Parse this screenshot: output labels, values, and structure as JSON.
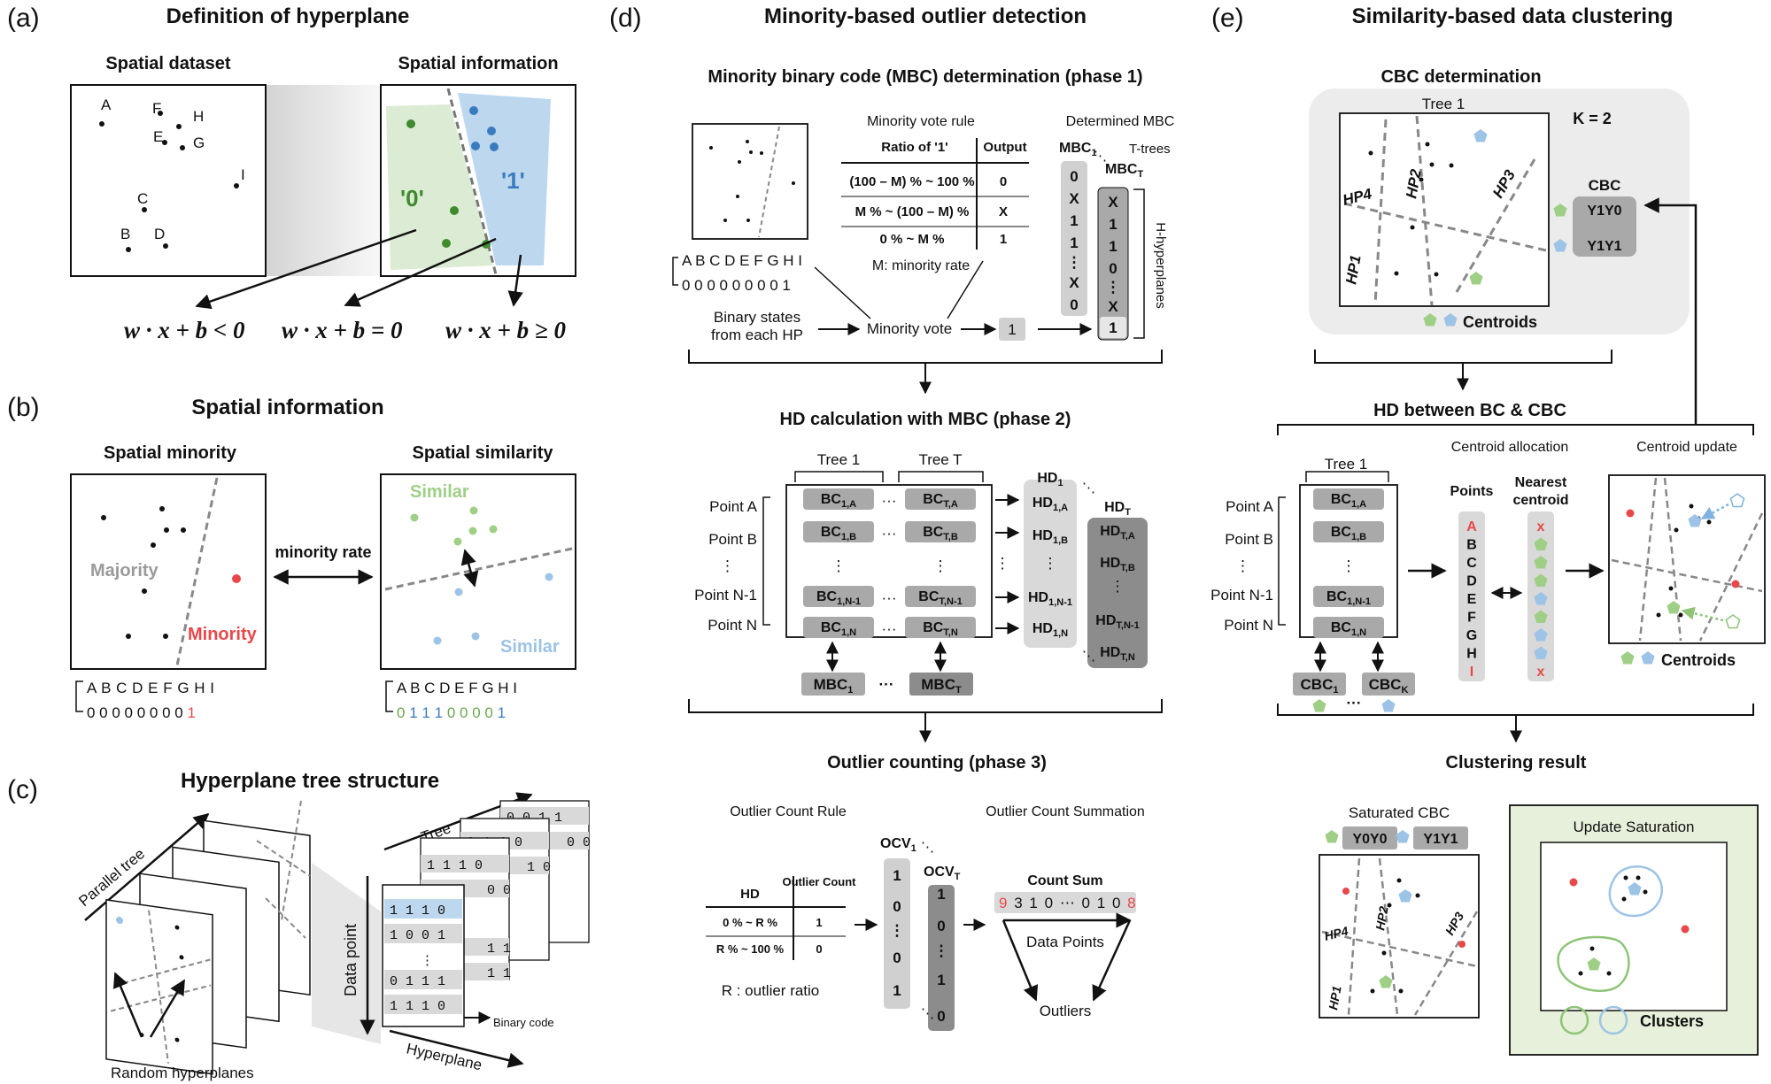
{
  "panels": {
    "a": {
      "letter": "(a)",
      "title": "Definition of hyperplane",
      "dataset_label": "Spatial dataset",
      "info_label": "Spatial information",
      "points": [
        "A",
        "F",
        "H",
        "E",
        "G",
        "I",
        "C",
        "B",
        "D"
      ],
      "zero_label": "'0'",
      "one_label": "'1'",
      "eq_lt": "w · x + b < 0",
      "eq_eq": "w · x + b  = 0",
      "eq_ge": "w · x + b ≥ 0"
    },
    "b": {
      "letter": "(b)",
      "title": "Spatial information",
      "minority_label": "Spatial minority",
      "similarity_label": "Spatial similarity",
      "majority": "Majority",
      "minority": "Minority",
      "minority_rate": "minority rate",
      "similar": "Similar",
      "letters": "A B C D E F G H I",
      "code_min_black": "0 0 0 0 0 0 0 0",
      "code_min_red": "1",
      "code_sim": [
        "0",
        "1",
        "1",
        "1",
        "0",
        "0",
        "0",
        "0",
        "1"
      ]
    },
    "c": {
      "letter": "(c)",
      "title": "Hyperplane tree structure",
      "parallel_tree": "Parallel tree",
      "tree": "Tree",
      "data_point": "Data point",
      "hyperplane": "Hyperplane",
      "random_hyperplanes": "Random hyperplanes",
      "binary_code": "Binary code",
      "front_rows": [
        "1 1 1 0",
        "1 0 0 1",
        "⋮",
        "0 1 1 1",
        "1 1 1 0"
      ],
      "back_rows": [
        [
          "0 0 1 1",
          "0 0"
        ],
        [
          "0 1 1 0",
          "1 0"
        ],
        [
          "1 1 1 0",
          "0 0"
        ],
        [
          "0 1 1 0",
          "0 0"
        ]
      ],
      "side_bits": [
        "1 1",
        "1 1",
        "0 0"
      ]
    },
    "d": {
      "letter": "(d)",
      "title": "Minority-based outlier detection",
      "phase1": "Minority binary code (MBC) determination (phase 1)",
      "vote_rule": "Minority vote rule",
      "ratio_header": "Ratio of '1'",
      "output_header": "Output",
      "rows": [
        {
          "ratio": "(100 – M) % ~ 100 %",
          "out": "0"
        },
        {
          "ratio": "M % ~ (100 – M) %",
          "out": "X"
        },
        {
          "ratio": "0 % ~ M %",
          "out": "1"
        }
      ],
      "minority_rate_note": "M: minority rate",
      "determined_mbc": "Determined MBC",
      "mbc1": "MBC",
      "mbct": "MBC",
      "t_trees": "T-trees",
      "h_hyperplanes": "H-hyperplanes",
      "mbc1_col": [
        "0",
        "X",
        "1",
        "1",
        "⋮",
        "X",
        "0"
      ],
      "mbct_col": [
        "X",
        "1",
        "1",
        "0",
        "⋮",
        "X",
        "1"
      ],
      "letters": "A B C D E F G H I",
      "zeros": "0 0 0 0 0 0 0 0 1",
      "binary_states": "Binary states",
      "from_each_hp": "from each HP",
      "minority_vote": "Minority vote",
      "vote_result": "1",
      "phase2": "HD calculation with MBC (phase 2)",
      "tree1": "Tree 1",
      "treeT": "Tree T",
      "point_labels": [
        "Point A",
        "Point B",
        "⋮",
        "Point N-1",
        "Point N"
      ],
      "bc_main": "BC",
      "bc1_subs": [
        "1,A",
        "1,B",
        "",
        "1,N-1",
        "1,N"
      ],
      "bct_subs": [
        "T,A",
        "T,B",
        "",
        "T,N-1",
        "T,N"
      ],
      "hd1_subs": [
        "1,A",
        "1,B",
        "",
        "1,N-1",
        "1,N"
      ],
      "hdt_subs": [
        "T,A",
        "T,B",
        "",
        "T,N-1",
        "T,N"
      ],
      "hd_main": "HD",
      "phase3": "Outlier counting (phase 3)",
      "count_rule": "Outlier Count Rule",
      "count_sum_title": "Outlier Count Summation",
      "hd_col": "HD",
      "outlier_count_header": "Outlier Count",
      "count_rows": [
        {
          "r": "0 % ~ R %",
          "v": "1"
        },
        {
          "r": "R % ~ 100 %",
          "v": "0"
        }
      ],
      "outlier_ratio_note": "R : outlier ratio",
      "ocv": "OCV",
      "ocv1_col": [
        "1",
        "0",
        "⋮",
        "0",
        "1"
      ],
      "ocvt_col": [
        "1",
        "0",
        "⋮",
        "1",
        "0"
      ],
      "count_sum": "Count Sum",
      "count_digits": [
        "9",
        "3",
        "1",
        "0",
        "⋯",
        "0",
        "1",
        "0",
        "8"
      ],
      "data_points": "Data Points",
      "outliers": "Outliers"
    },
    "e": {
      "letter": "(e)",
      "title": "Similarity-based data clustering",
      "cbc_determination": "CBC determination",
      "tree1": "Tree 1",
      "k_label": "K = 2",
      "hps": [
        "HP1",
        "HP2",
        "HP3",
        "HP4"
      ],
      "cbc_label": "CBC",
      "cbc_codes": [
        "Y1Y0",
        "Y1Y1"
      ],
      "centroids": "Centroids",
      "hd_between": "HD between BC & CBC",
      "centroid_allocation": "Centroid allocation",
      "centroid_update": "Centroid update",
      "points_header": "Points",
      "nearest_header": "Nearest centroid",
      "point_letters": [
        "A",
        "B",
        "C",
        "D",
        "E",
        "F",
        "G",
        "H",
        "I"
      ],
      "nearest": [
        "x",
        "g",
        "g",
        "g",
        "b",
        "g",
        "b",
        "b",
        "x"
      ],
      "point_labels": [
        "Point A",
        "Point B",
        "⋮",
        "Point N-1",
        "Point N"
      ],
      "bc_subs": [
        "1,A",
        "1,B",
        "",
        "1,N-1",
        "1,N"
      ],
      "cbc_subs": [
        "1",
        "K"
      ],
      "clustering_result": "Clustering result",
      "saturated_cbc": "Saturated CBC",
      "saturated_codes": [
        "Y0Y0",
        "Y1Y1"
      ],
      "update_saturation": "Update Saturation",
      "clusters": "Clusters"
    }
  },
  "colors": {
    "green_fill": "#dcebd3",
    "blue_fill": "#bcd7ee",
    "green_dot": "#3f8a2e",
    "blue_dot": "#3a7bbf",
    "red": "#e8484a",
    "light_green": "#9fcf86",
    "light_blue": "#9dc3e6",
    "gray_box": "#b0b0b0",
    "dark_box": "#8c8c8c",
    "panel_bg": "#ececec",
    "result_bg": "#e6f0db"
  }
}
